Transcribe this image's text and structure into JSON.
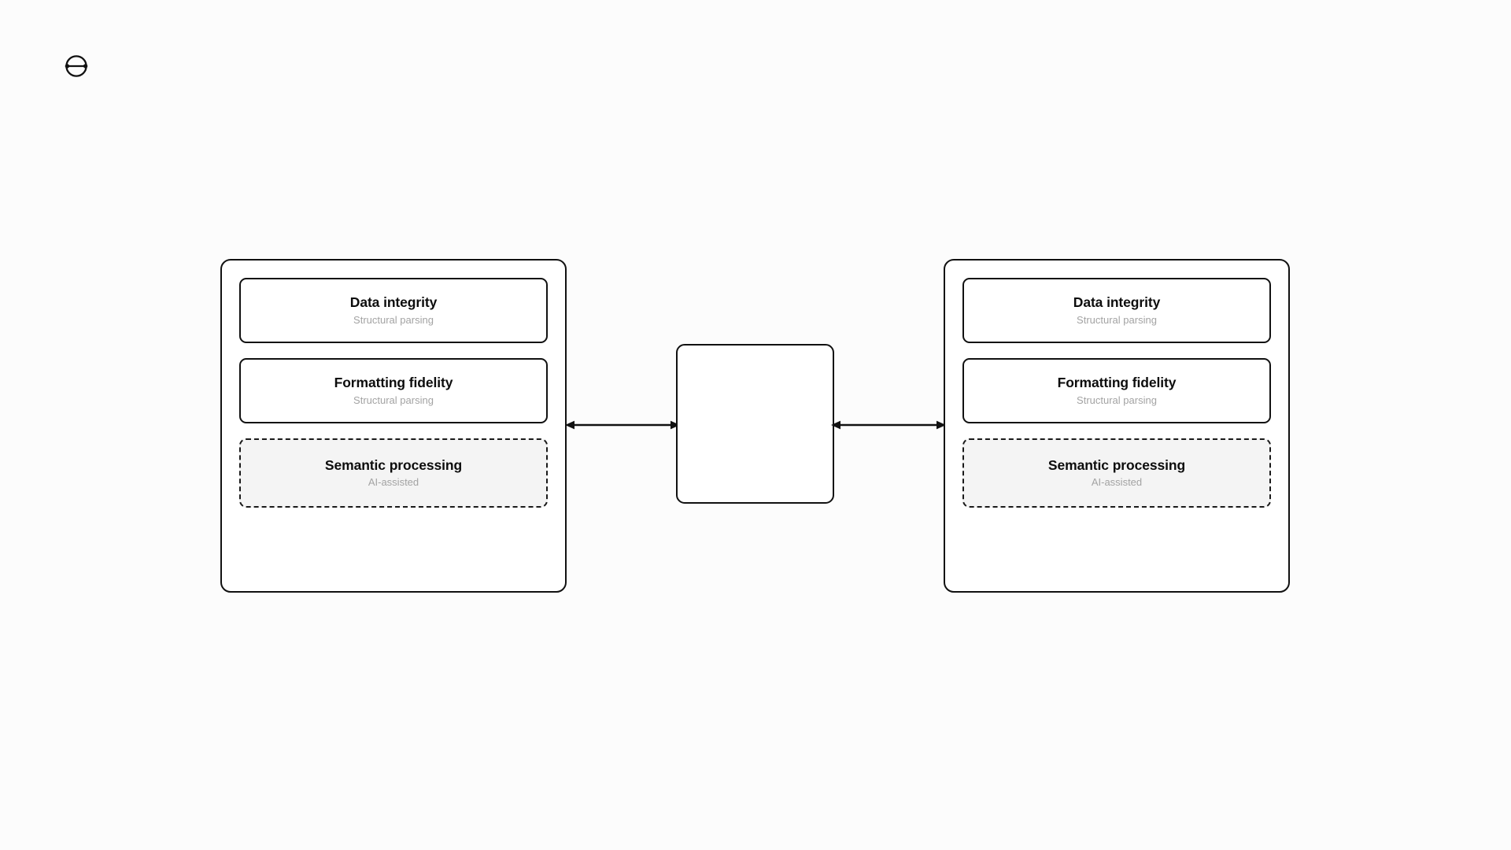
{
  "page": {
    "background_color": "#fcfcfc",
    "ink_color": "#111111",
    "muted_text_color": "#a3a3a3",
    "dashed_card_fill": "#f4f4f4"
  },
  "brand": {
    "logo_icon": "circle-with-horizontal-axis-icon"
  },
  "diagram": {
    "type": "comparison-diagram",
    "panels": [
      {
        "id": "left",
        "cards": [
          {
            "title": "Data integrity",
            "subtitle": "Structural parsing",
            "style": "solid"
          },
          {
            "title": "Formatting fidelity",
            "subtitle": "Structural parsing",
            "style": "solid"
          },
          {
            "title": "Semantic processing",
            "subtitle": "AI-assisted",
            "style": "dashed"
          }
        ]
      },
      {
        "id": "right",
        "cards": [
          {
            "title": "Data integrity",
            "subtitle": "Structural parsing",
            "style": "solid"
          },
          {
            "title": "Formatting fidelity",
            "subtitle": "Structural parsing",
            "style": "solid"
          },
          {
            "title": "Semantic processing",
            "subtitle": "AI-assisted",
            "style": "dashed"
          }
        ]
      }
    ],
    "center_node": {
      "label": ""
    },
    "connectors": [
      {
        "id": "left-to-center",
        "icon": "double-headed-arrow-icon"
      },
      {
        "id": "center-to-right",
        "icon": "double-headed-arrow-icon"
      }
    ]
  }
}
